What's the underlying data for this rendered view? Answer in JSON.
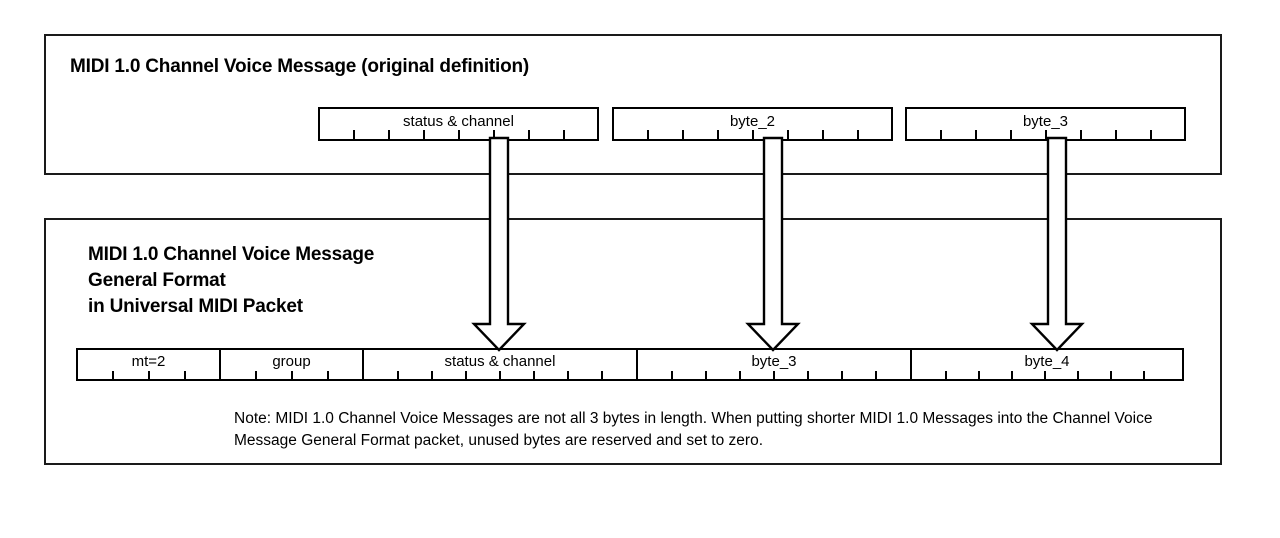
{
  "diagram": {
    "title": "MIDI 1.0 Channel Voice Message in Universal MIDI Packet",
    "colors": {
      "stroke": "#000000",
      "panel_stroke": "#1a1a1a",
      "background": "#ffffff"
    }
  },
  "panel_top": {
    "title": "MIDI 1.0 Channel Voice Message (original definition)",
    "bytes": [
      {
        "label": "status & channel",
        "bits": 8
      },
      {
        "label": "byte_2",
        "bits": 8
      },
      {
        "label": "byte_3",
        "bits": 8
      }
    ]
  },
  "panel_bottom": {
    "title_line1": "MIDI 1.0 Channel Voice Message",
    "title_line2": "General Format",
    "title_line3": "in Universal MIDI Packet",
    "packet_fields": [
      {
        "label": "mt=2",
        "bits": 4
      },
      {
        "label": "group",
        "bits": 4
      },
      {
        "label": "status & channel",
        "bits": 8
      },
      {
        "label": "byte_3",
        "bits": 8
      },
      {
        "label": "byte_4",
        "bits": 8
      }
    ],
    "note": "Note: MIDI 1.0 Channel Voice Messages are not all 3 bytes in length. When putting shorter MIDI 1.0 Messages into the Channel Voice Message General Format packet, unused bytes are reserved and set to zero."
  },
  "mappings": [
    {
      "from": "status & channel",
      "to": "status & channel"
    },
    {
      "from": "byte_2",
      "to": "byte_3"
    },
    {
      "from": "byte_3",
      "to": "byte_4"
    }
  ]
}
